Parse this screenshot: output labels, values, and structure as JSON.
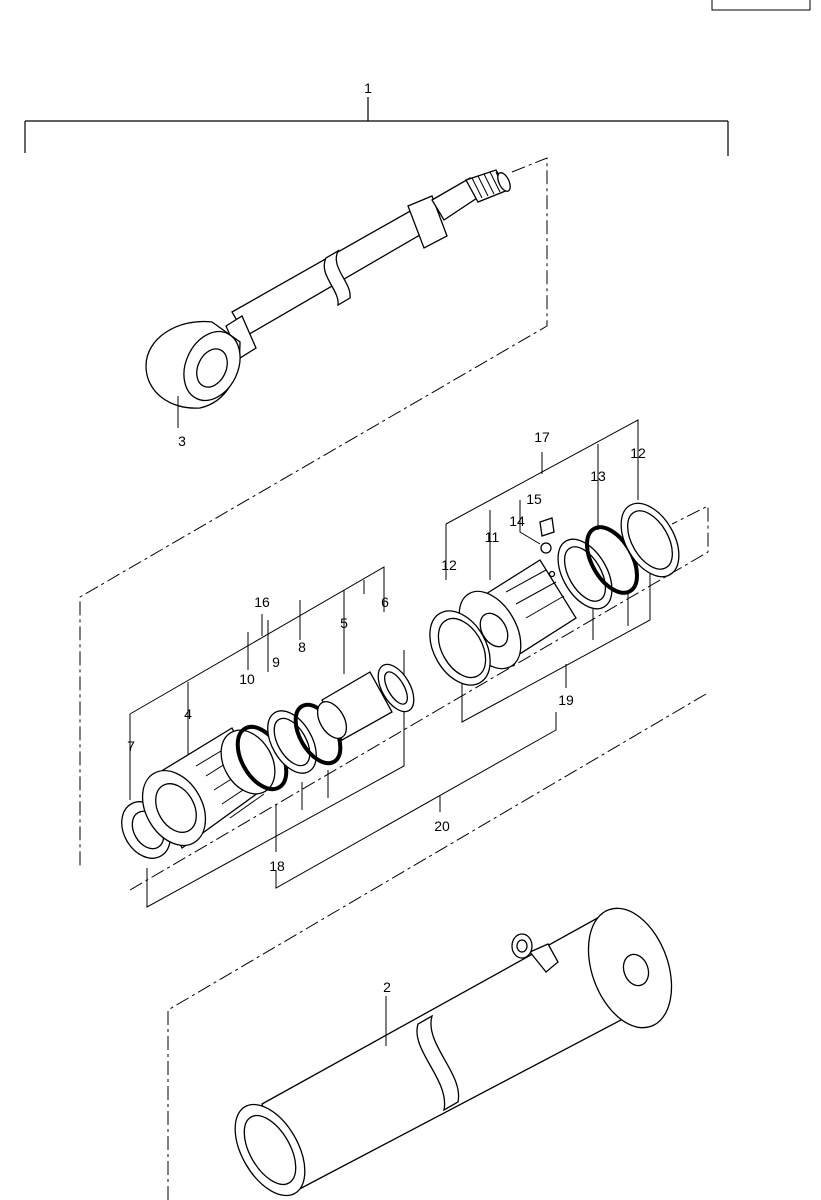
{
  "callouts": [
    {
      "id": "c1",
      "text": "1"
    },
    {
      "id": "c2",
      "text": "2"
    },
    {
      "id": "c3",
      "text": "3"
    },
    {
      "id": "c4",
      "text": "4"
    },
    {
      "id": "c5",
      "text": "5"
    },
    {
      "id": "c6",
      "text": "6"
    },
    {
      "id": "c7",
      "text": "7"
    },
    {
      "id": "c8",
      "text": "8"
    },
    {
      "id": "c9",
      "text": "9"
    },
    {
      "id": "c10",
      "text": "10"
    },
    {
      "id": "c11",
      "text": "11"
    },
    {
      "id": "c12a",
      "text": "12"
    },
    {
      "id": "c12b",
      "text": "12"
    },
    {
      "id": "c13",
      "text": "13"
    },
    {
      "id": "c14",
      "text": "14"
    },
    {
      "id": "c15",
      "text": "15"
    },
    {
      "id": "c16",
      "text": "16"
    },
    {
      "id": "c17",
      "text": "17"
    },
    {
      "id": "c18",
      "text": "18"
    },
    {
      "id": "c19",
      "text": "19"
    },
    {
      "id": "c20",
      "text": "20"
    }
  ],
  "colors": {
    "line": "#000000",
    "background": "#ffffff"
  }
}
